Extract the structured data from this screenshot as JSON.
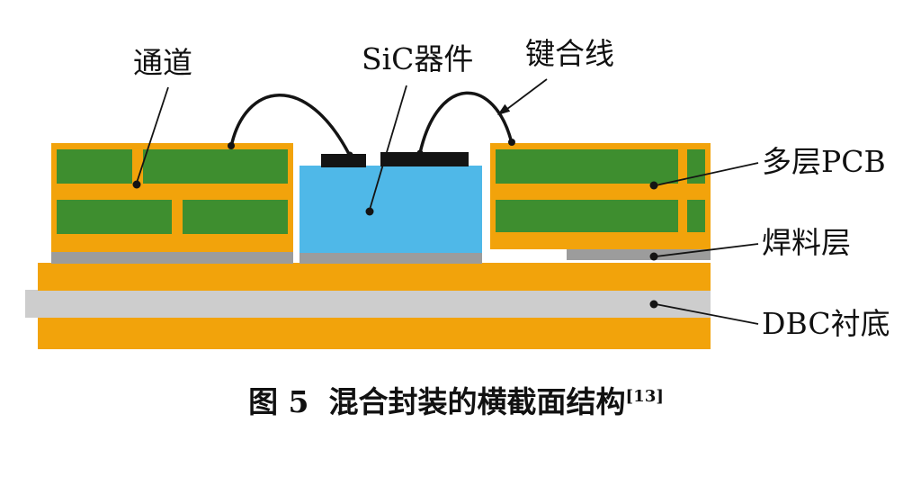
{
  "figure": {
    "labels": {
      "via": "通道",
      "sic_device": "SiC器件",
      "bond_wire": "键合线",
      "multilayer_pcb": "多层PCB",
      "solder_layer": "焊料层",
      "dbc_substrate": "DBC衬底"
    },
    "caption": {
      "fig_no": "图 5",
      "title": "混合封装的横截面结构",
      "ref": "[13]"
    },
    "colors": {
      "copper_orange": "#F2A30B",
      "pcb_green": "#3E8E2F",
      "sic_blue": "#4FB8E8",
      "solder_gray": "#9C9C9C",
      "ceramic_gray": "#CDCDCD",
      "pad_black": "#141414"
    }
  }
}
